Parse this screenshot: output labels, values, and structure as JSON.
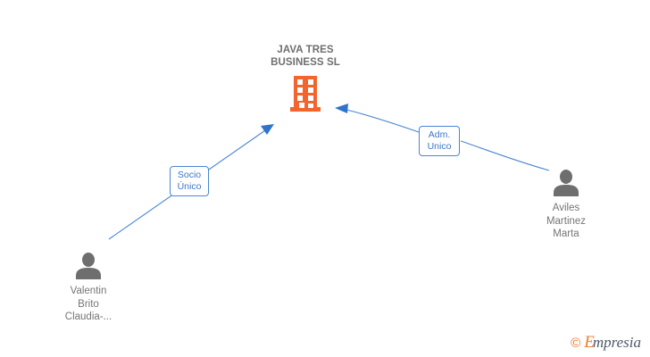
{
  "graph": {
    "company": {
      "name": "JAVA TRES\nBUSINESS SL",
      "icon": "building-icon",
      "color": "#f4642e"
    },
    "persons": [
      {
        "id": "person-left",
        "name": "Valentin\nBrito\nClaudia-...",
        "icon": "person-icon",
        "color": "#6e6e6e"
      },
      {
        "id": "person-right",
        "name": "Aviles\nMartinez\nMarta",
        "icon": "person-icon",
        "color": "#6e6e6e"
      }
    ],
    "edges": [
      {
        "id": "edge-socio",
        "from": "person-left",
        "to": "company",
        "label": "Socio\nÚnico",
        "color": "#4a86d4"
      },
      {
        "id": "edge-adm",
        "from": "person-right",
        "to": "company",
        "label": "Adm.\nUnico",
        "color": "#4a86d4"
      }
    ]
  },
  "watermark": {
    "copyright": "©",
    "brand_initial": "E",
    "brand_rest": "mpresia",
    "accent_color": "#ef7e2e",
    "text_color": "#4a5a66"
  }
}
